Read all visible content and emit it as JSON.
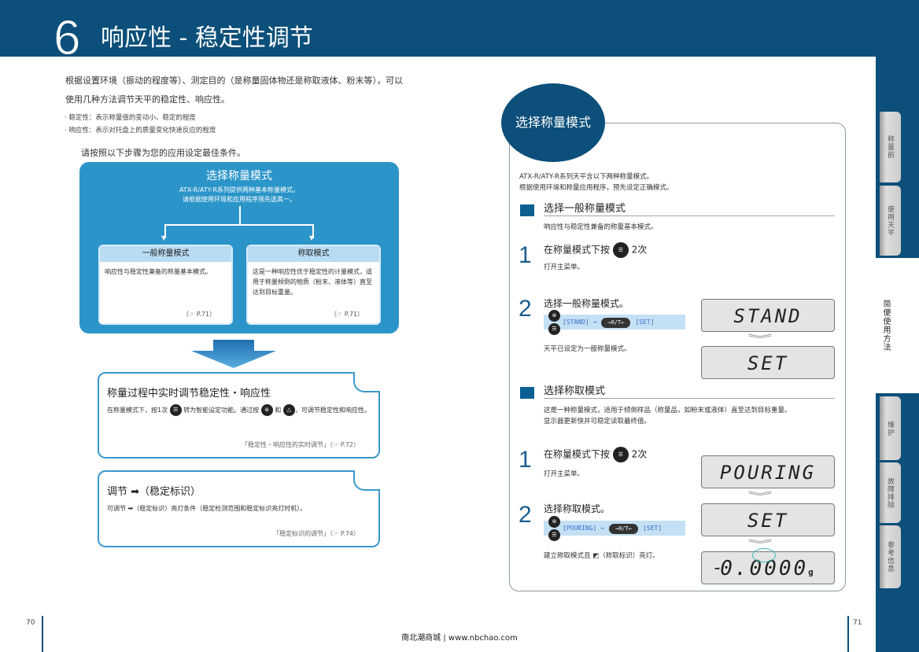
{
  "header": {
    "chapter": "6",
    "title": "响应性 - 稳定性调节"
  },
  "left": {
    "intro": [
      "根据设置环境（振动的程度等）、测定目的（是称量固体物还是称取液体、粉末等），可以",
      "使用几种方法调节天平的稳定性、响应性。"
    ],
    "bullets": [
      "· 稳定性：表示称量值的变动小、稳定的程度",
      "· 响应性：表示对托盘上的质量变化快速反应的程度"
    ],
    "instruction": "请按照以下步骤为您的应用设定最佳条件。",
    "select_box": {
      "title": "选择称量模式",
      "lines": [
        "ATX-R/ATY-R系列提供两种基本称量模式。",
        "请根据使用环境和应用程序预先选其一。"
      ],
      "modes": [
        {
          "title": "一般称量模式",
          "desc": "响应性与稳定性兼备的称量基本模式。",
          "ref": "（☞ P.71）"
        },
        {
          "title": "称取模式",
          "desc": "这是一种响应性优于稳定性的计量模式，适用于称量倾倒的物质（粉末、液体等）直至达到目标重量。",
          "ref": "（☞ P.71）"
        }
      ]
    },
    "callout1": {
      "title": "称量过程中实时调节稳定性・响应性",
      "t1": "在称量模式下，按1次",
      "t2": "转为智能设定功能。通过按",
      "t3": "和",
      "t4": "，可调节稳定性和响应性。",
      "ref": "「稳定性・响应性的实时调节」（☞ P.72）"
    },
    "callout2": {
      "title": "调节 ➡（稳定标识）",
      "desc": "可调节 ➡（稳定标识）亮灯条件（稳定检测范围和稳定标识亮灯时机）。",
      "ref": "「稳定标识的调节」（☞ P.74）"
    }
  },
  "right": {
    "badge": "选择称量模式",
    "intro": [
      "ATX-R/ATY-R系列天平含以下两种称量模式。",
      "根据使用环境和称量应用程序，预先设定正确模式。"
    ],
    "sections": [
      {
        "title": "选择一般称量模式",
        "desc": [
          "响应性与稳定性兼备的称量基本模式。"
        ],
        "step1": {
          "num": "1",
          "title_a": "在称量模式下按",
          "title_b": "2次",
          "sub": "打开主菜单。"
        },
        "step2": {
          "num": "2",
          "title": "选择一般称量模式。",
          "seq_a": "[STAND] →",
          "key": "→0/T←",
          "seq_b": "[SET]",
          "sub": "天平已设定为一般称量模式。"
        },
        "displays": [
          "STAND",
          "SET"
        ]
      },
      {
        "title": "选择称取模式",
        "desc": [
          "这是一种称量模式，适用于倾倒样品（称量品，如粉末或液体）直至达到目标重量。",
          "显示器更新快并可稳定读取最终值。"
        ],
        "step1": {
          "num": "1",
          "title_a": "在称量模式下按",
          "title_b": "2次",
          "sub": "打开主菜单。"
        },
        "step2": {
          "num": "2",
          "title": "选择称取模式。",
          "seq_a": "[POURING] →",
          "key": "→0/T←",
          "seq_b": "[SET]",
          "sub": "建立称取模式且 ◩（称取标识）亮灯。"
        },
        "displays": [
          "POURING",
          "SET",
          "0.0000"
        ],
        "unit": "g"
      }
    ]
  },
  "tabs": [
    {
      "label": "称量前"
    },
    {
      "label": "使用天平"
    },
    {
      "label": "简便使用方法",
      "active": true
    },
    {
      "label": "维护"
    },
    {
      "label": "故障排除"
    },
    {
      "label": "参考信息"
    }
  ],
  "footer": {
    "left_page": "70",
    "right_page": "71",
    "site": "南北潮商城 | www.nbchao.com"
  },
  "colors": {
    "brand": "#0b4f7a",
    "box": "#2b95c9"
  }
}
